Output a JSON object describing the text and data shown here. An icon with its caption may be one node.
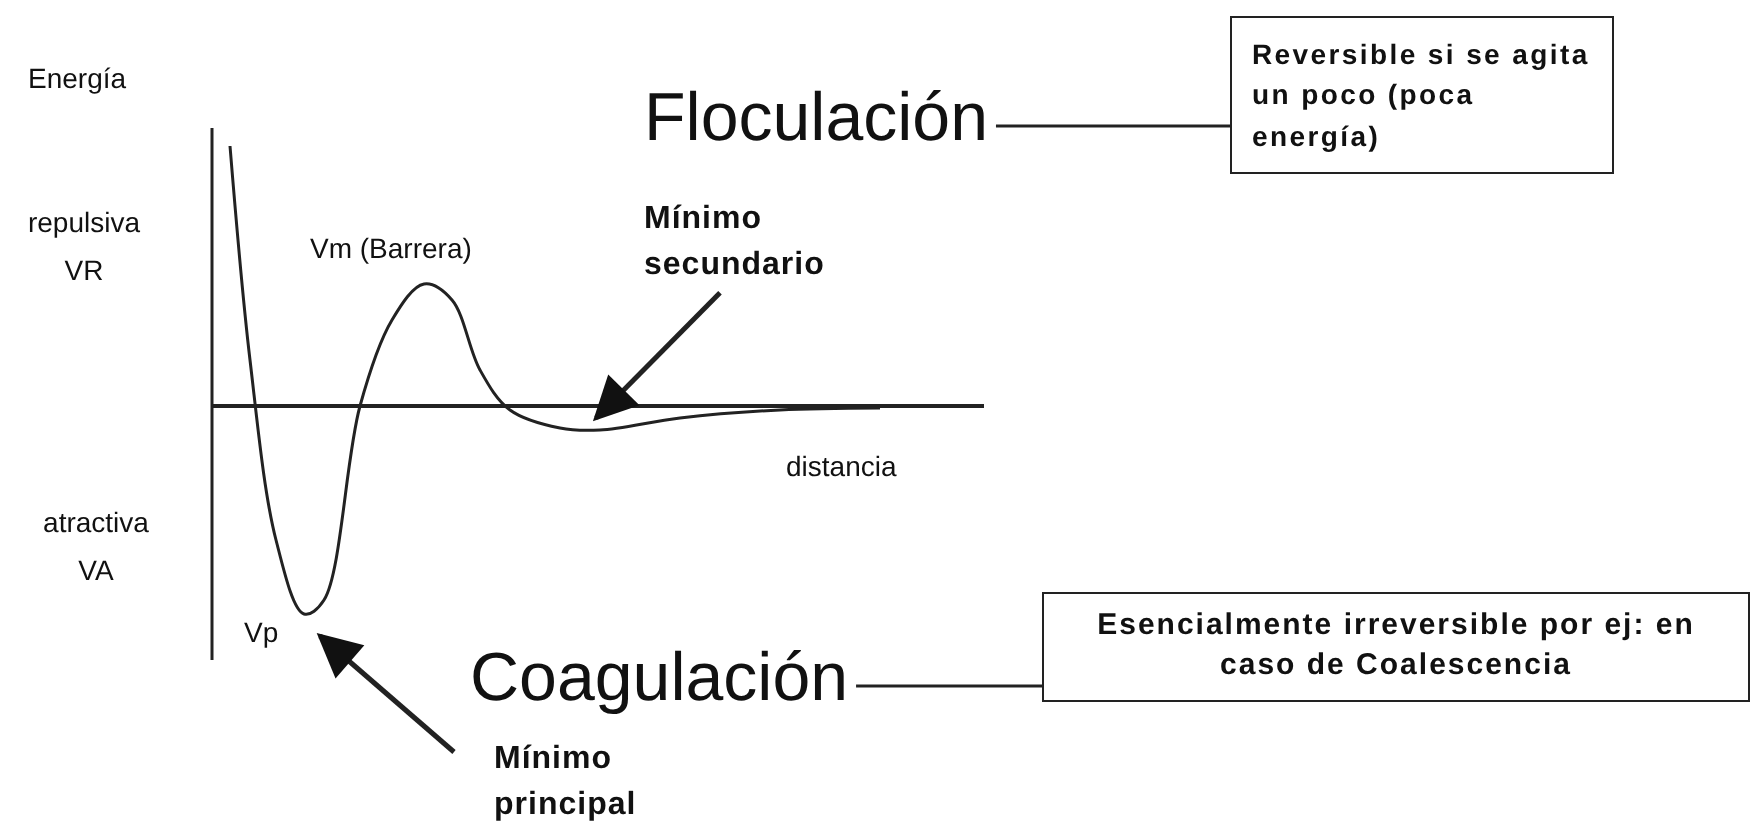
{
  "diagram": {
    "nodes": [
      {
        "text": [
          "Floculación"
        ]
      },
      {
        "text": [
          "Reversible si se agita un poco (poca energía)"
        ]
      },
      {
        "text": [
          "Mínimo secundario"
        ]
      },
      {
        "text": [
          "Coagulación"
        ]
      },
      {
        "text": [
          "Esencialmente irreversible por ej: en caso de Coalescencia"
        ]
      },
      {
        "text": [
          "Mínimo principal"
        ]
      }
    ],
    "edges": [
      {
        "from": 0,
        "to": 1,
        "arrow": "none"
      },
      {
        "from": 2,
        "to": null,
        "arrow": "to"
      },
      {
        "from": 3,
        "to": 4,
        "arrow": "none"
      },
      {
        "from": 5,
        "to": null,
        "arrow": "to"
      }
    ],
    "labels": [
      "Energía",
      "repulsiva VR",
      "Vm (Barrera)",
      "distancia",
      "atractiva VA",
      "Vp"
    ]
  }
}
